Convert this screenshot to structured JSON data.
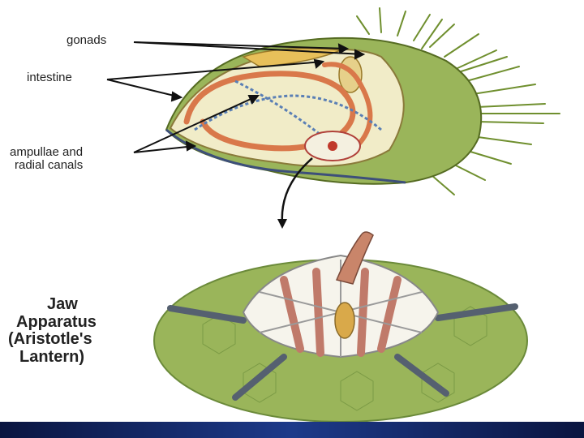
{
  "labels": {
    "gonads": "gonads",
    "intestine": "intestine",
    "ampullae_line1": "ampullae and",
    "ampullae_line2": "radial canals",
    "jaw_line1": "Jaw",
    "jaw_line2": "Apparatus",
    "jaw_line3": "(Aristotle's",
    "jaw_line4": "Lantern)"
  },
  "colors": {
    "spine_green": "#6f8f2e",
    "shell_green": "#9ab55a",
    "gut_orange": "#d9784a",
    "canal_blue": "#5a7fb5",
    "bottom_bar": "#1d3a8a"
  }
}
